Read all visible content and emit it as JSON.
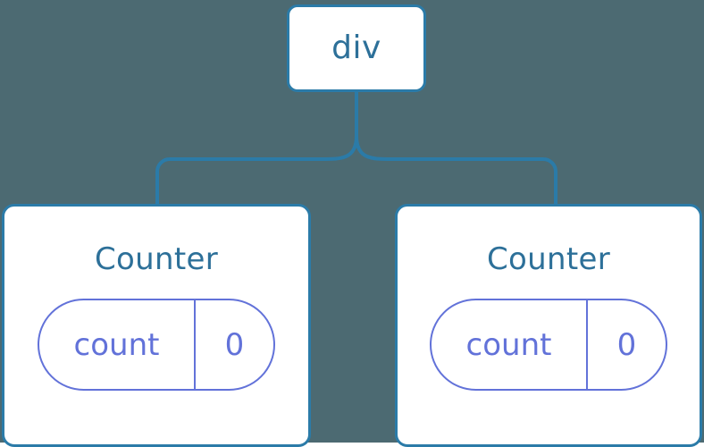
{
  "diagram": {
    "type": "component-tree",
    "background_color": "#4c6a72",
    "node_border_color": "#2b7ba8",
    "node_text_color": "#2d7099",
    "state_color": "#6272d9",
    "connector_color": "#2b7ba8",
    "root": {
      "label": "div"
    },
    "children": [
      {
        "title": "Counter",
        "state": {
          "key": "count",
          "value": "0"
        }
      },
      {
        "title": "Counter",
        "state": {
          "key": "count",
          "value": "0"
        }
      }
    ]
  }
}
